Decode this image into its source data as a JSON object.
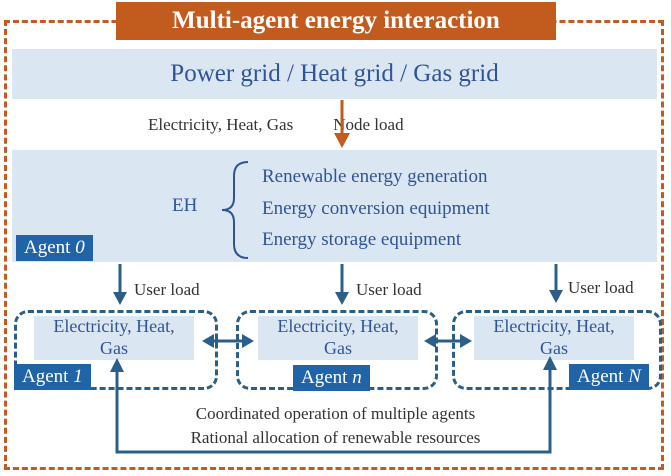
{
  "title": "Multi-agent energy interaction",
  "grid_label": "Power grid / Heat grid / Gas grid",
  "flow_label": "Electricity, Heat, Gas",
  "node_load": "Node load",
  "eh": {
    "label": "EH",
    "items": [
      "Renewable energy generation",
      "Energy conversion equipment",
      "Energy storage equipment"
    ],
    "agent_prefix": "Agent",
    "agent_num": "0"
  },
  "user_load": "User load",
  "subagents": [
    {
      "line1": "Electricity, Heat,",
      "line2": "Gas",
      "prefix": "Agent",
      "num": "1"
    },
    {
      "line1": "Electricity, Heat,",
      "line2": "Gas",
      "prefix": "Agent",
      "num": "n"
    },
    {
      "line1": "Electricity, Heat,",
      "line2": "Gas",
      "prefix": "Agent",
      "num": "N"
    }
  ],
  "coordination": [
    "Coordinated operation of multiple agents",
    "Rational allocation of renewable resources"
  ],
  "colors": {
    "orange": "#c25b1e",
    "blue": "#2063a6",
    "band": "#dbe6f3",
    "text_blue": "#2f5496"
  }
}
